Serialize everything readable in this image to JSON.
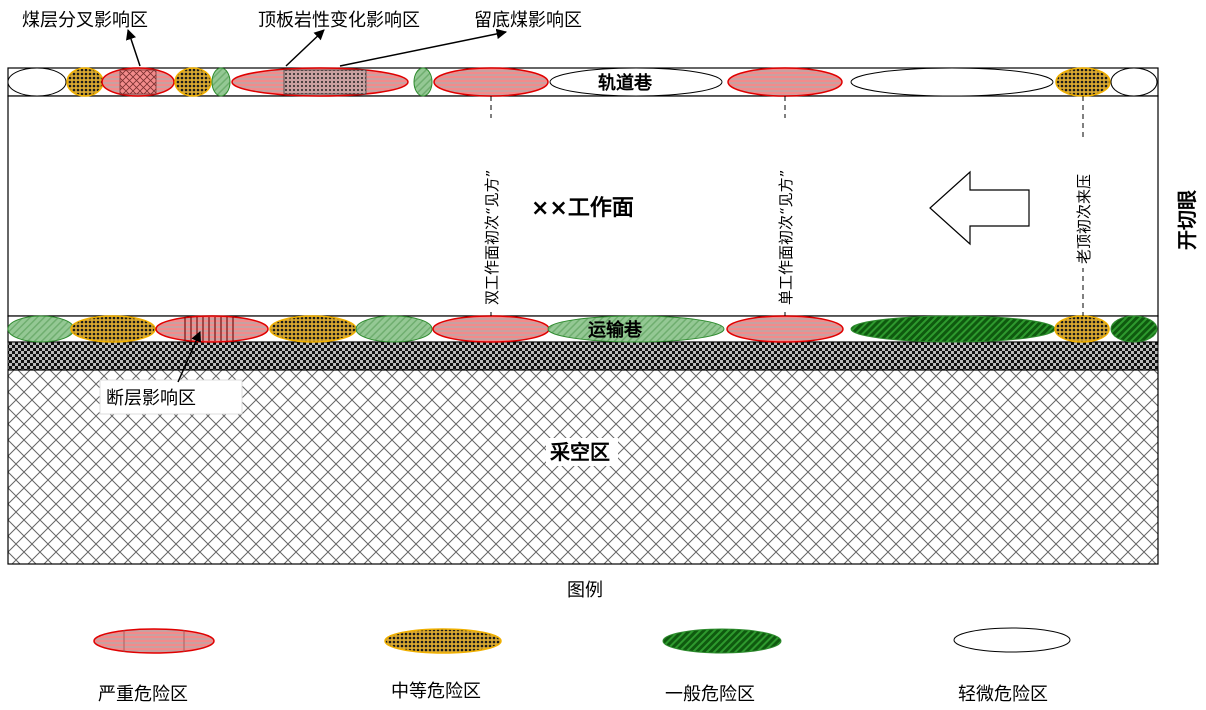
{
  "labels": {
    "top_annotations": [
      "煤层分叉影响区",
      "顶板岩性变化影响区",
      "留底煤影响区"
    ],
    "track_roadway": "轨道巷",
    "transport_roadway": "运输巷",
    "working_face": "××工作面",
    "goaf": "采空区",
    "open_cut": "开切眼",
    "fault_zone": "断层影响区",
    "vertical_notes": [
      "双工作面初次“见方”",
      "单工作面初次“见方”",
      "老顶初次来压"
    ],
    "legend_title": "图例"
  },
  "legend": [
    {
      "key": "severe",
      "label": "严重危险区"
    },
    {
      "key": "medium",
      "label": "中等危险区"
    },
    {
      "key": "general",
      "label": "一般危险区"
    },
    {
      "key": "slight",
      "label": "轻微危险区"
    }
  ],
  "colors": {
    "severe_fill": "#f08a8a",
    "severe_stroke": "#e00000",
    "medium_fill": "#3a2a10",
    "medium_stroke": "#f0b000",
    "general_fill": "#1f7a1f",
    "general_light": "#8fc38f",
    "general_stroke": "#2e8b2e",
    "slight_fill": "#ffffff"
  }
}
